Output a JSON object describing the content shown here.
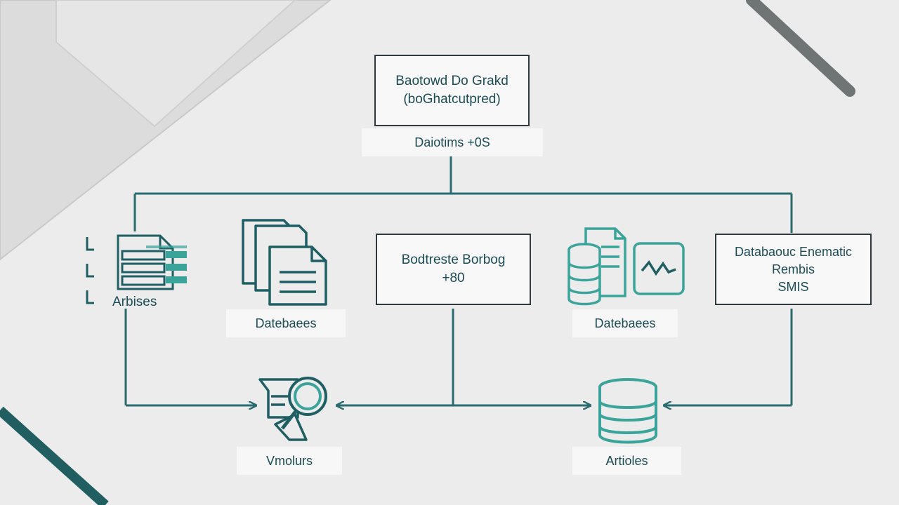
{
  "colors": {
    "connector": "#2a6b70",
    "icon_dark": "#1f5f63",
    "icon_accent": "#3aa39a",
    "box_border": "#2e3a3d",
    "background": "#ececec"
  },
  "diagram": {
    "top_node": {
      "line1": "Baotowd Do Grakd",
      "line2": "(boGhatcutpred)"
    },
    "top_tag": "Daiotims +0S",
    "left_group": {
      "label": "Arbises",
      "icon": "spreadsheet-list-icon"
    },
    "docs_group": {
      "label": "Datebaees",
      "icon": "document-stack-icon"
    },
    "center_node": {
      "line1": "Bodtreste Borbog",
      "line2": "+80"
    },
    "db_doc_group": {
      "label": "Datebaees",
      "icons": [
        "database-document-icon",
        "monitor-chart-icon"
      ]
    },
    "right_node": {
      "line1": "Databaouc Enematic",
      "line2": "Rembis",
      "line3": "SMIS"
    },
    "bottom_left": {
      "label": "Vmolurs",
      "icon": "search-tools-icon"
    },
    "bottom_right": {
      "label": "Artioles",
      "icon": "database-icon"
    }
  }
}
